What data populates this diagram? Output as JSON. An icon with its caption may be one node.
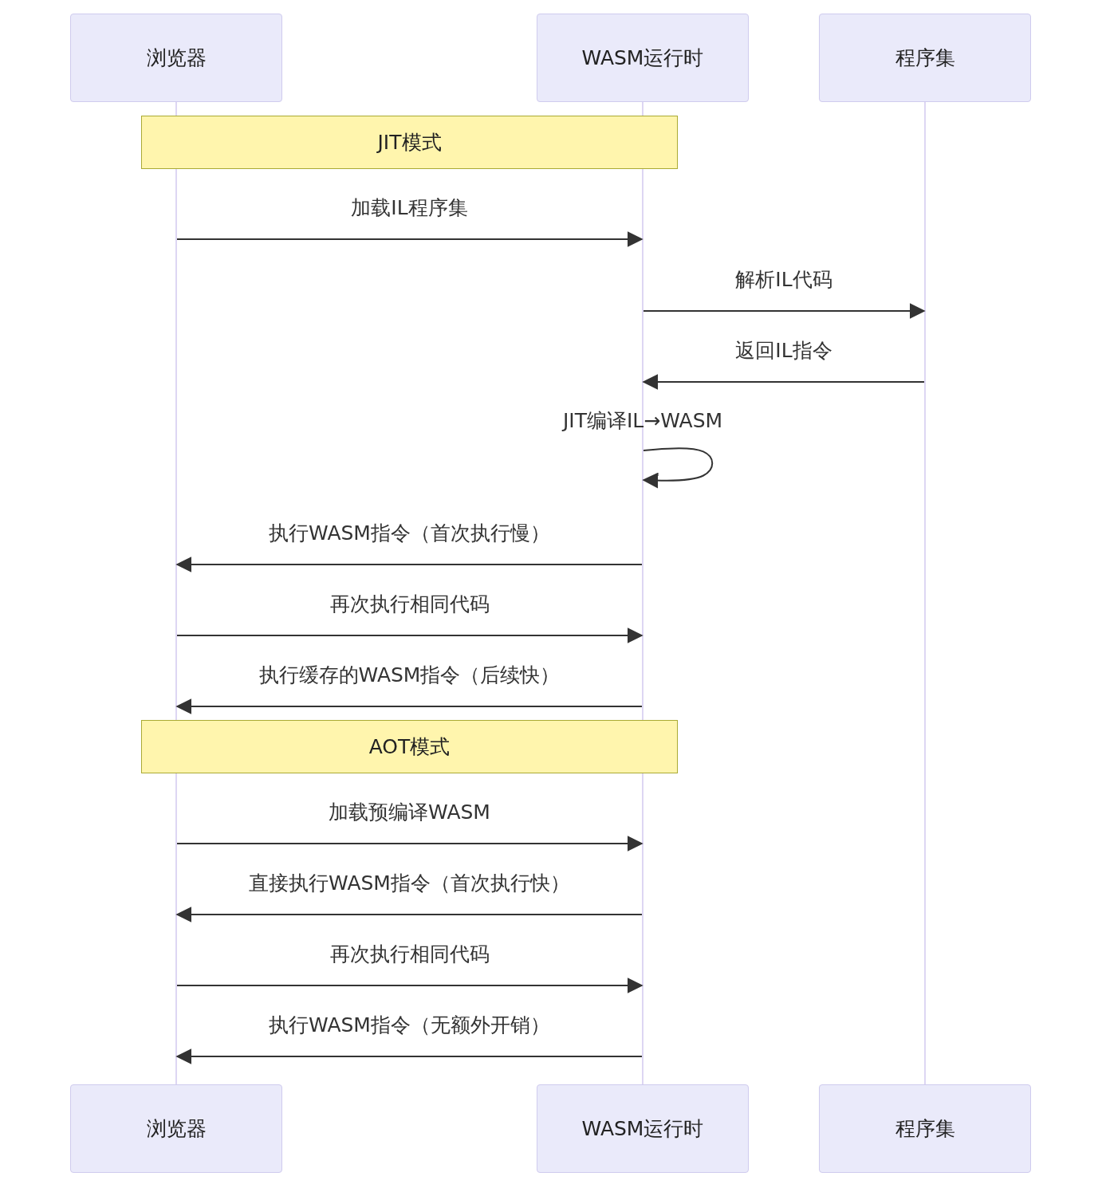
{
  "diagram": {
    "nodes": [
      {
        "text": [
          "浏览器"
        ]
      },
      {
        "text": [
          "WASM运行时"
        ]
      },
      {
        "text": [
          "程序集"
        ]
      },
      {
        "text": [
          "JIT模式"
        ]
      },
      {
        "text": [
          "AOT模式"
        ]
      },
      {
        "text": [
          "浏览器"
        ]
      },
      {
        "text": [
          "WASM运行时"
        ]
      },
      {
        "text": [
          "程序集"
        ]
      },
      {
        "text": [],
        "shape": "bar"
      },
      {
        "text": [],
        "shape": "bar"
      },
      {
        "text": [],
        "shape": "bar"
      }
    ],
    "edges": [
      {
        "from": 8,
        "to": 9,
        "arrow": "to",
        "label": "加载IL程序集"
      },
      {
        "from": 9,
        "to": 10,
        "arrow": "to",
        "label": "解析IL代码"
      },
      {
        "from": 10,
        "to": 9,
        "arrow": "to",
        "label": "返回IL指令"
      },
      {
        "from": 9,
        "to": 9,
        "arrow": "to",
        "label": "JIT编译IL→WASM"
      },
      {
        "from": 9,
        "to": 8,
        "arrow": "to",
        "label": "执行WASM指令（首次执行慢）"
      },
      {
        "from": 8,
        "to": 9,
        "arrow": "to",
        "label": "再次执行相同代码"
      },
      {
        "from": 9,
        "to": 8,
        "arrow": "to",
        "label": "执行缓存的WASM指令（后续快）"
      },
      {
        "from": 8,
        "to": 9,
        "arrow": "to",
        "label": "加载预编译WASM"
      },
      {
        "from": 9,
        "to": 8,
        "arrow": "to",
        "label": "直接执行WASM指令（首次执行快）"
      },
      {
        "from": 8,
        "to": 9,
        "arrow": "to",
        "label": "再次执行相同代码"
      },
      {
        "from": 9,
        "to": 8,
        "arrow": "to",
        "label": "执行WASM指令（无额外开销）"
      }
    ]
  }
}
